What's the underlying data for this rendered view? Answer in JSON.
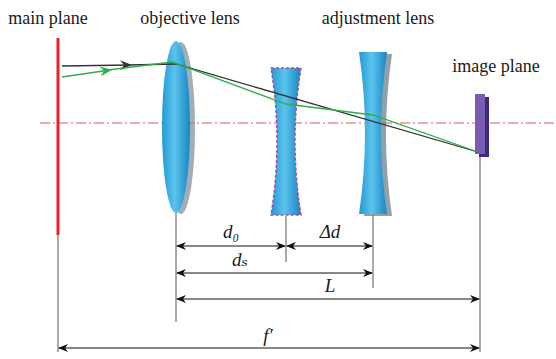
{
  "diagram": {
    "labels": [
      "main plane",
      "objective lens",
      "adjustment lens",
      "image plane",
      "d₀",
      "Δd",
      "dₛ",
      "L",
      "f′"
    ]
  }
}
